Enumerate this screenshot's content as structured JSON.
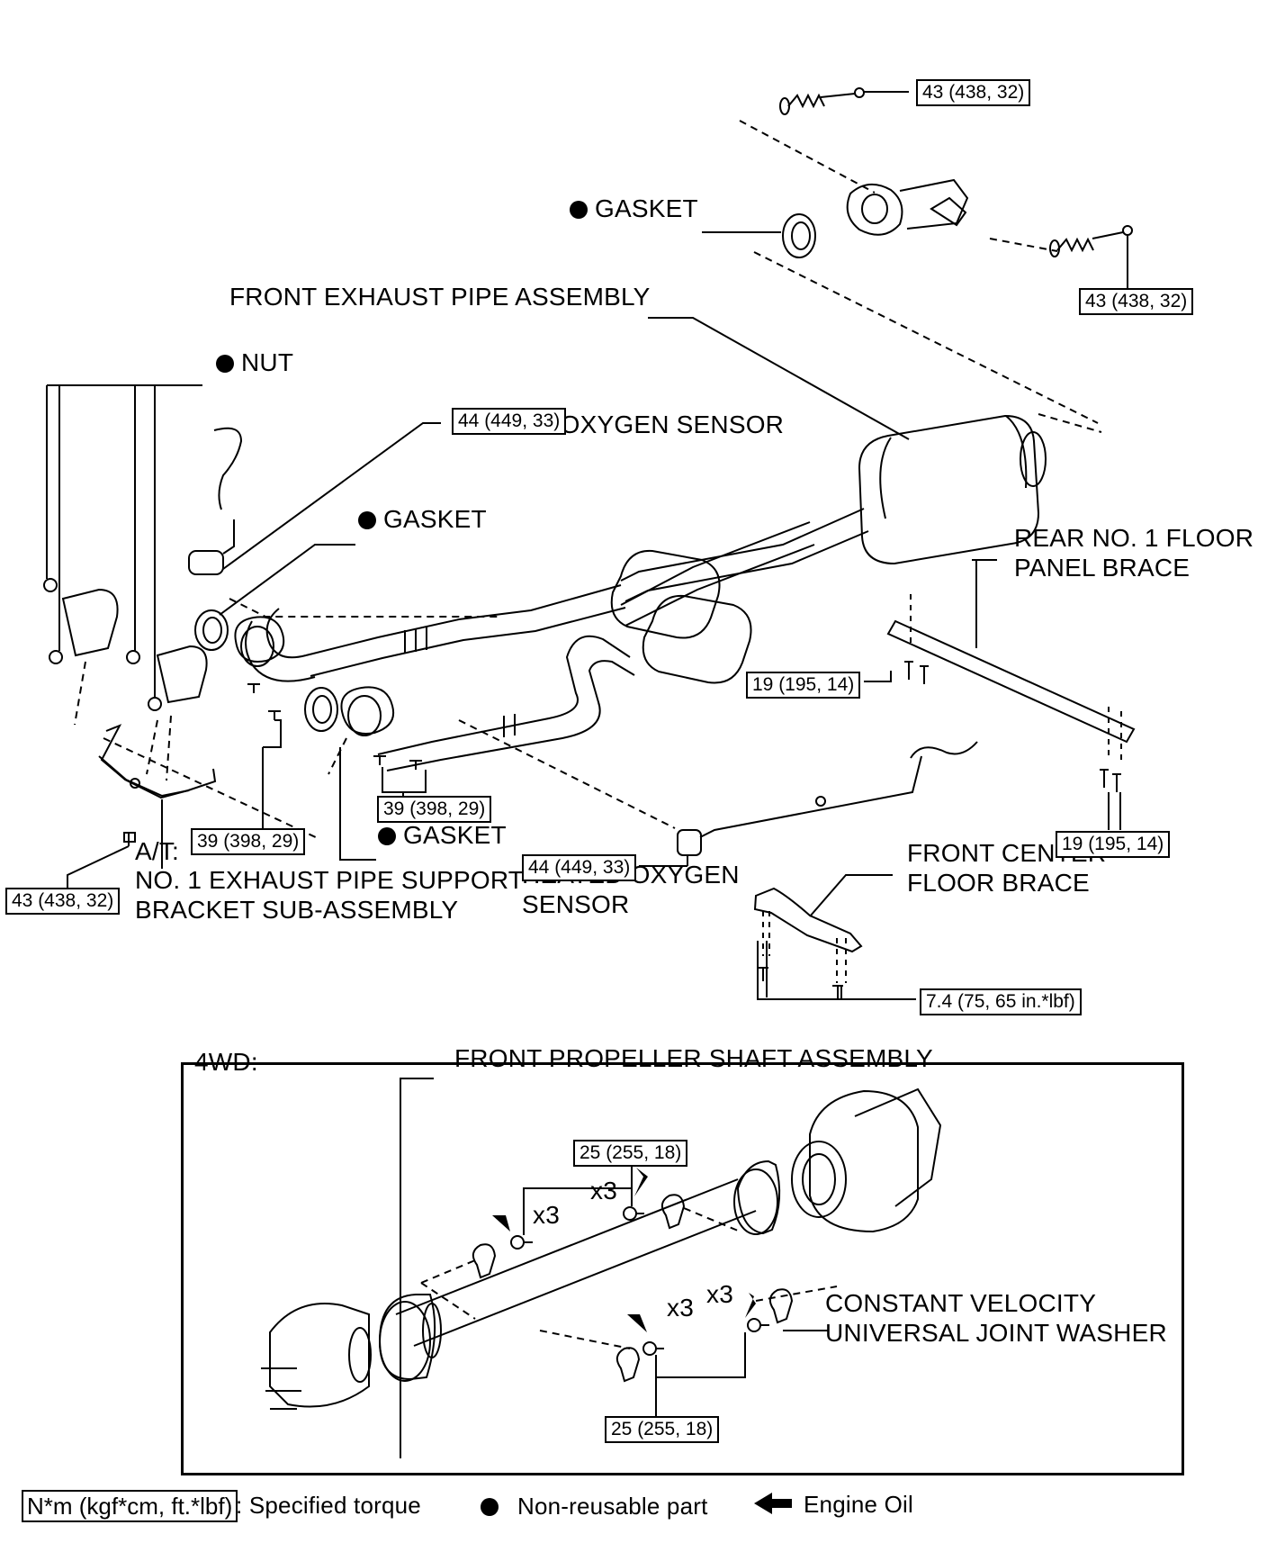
{
  "labels": {
    "gasket_top": "GASKET",
    "front_exhaust_pipe": "FRONT EXHAUST PIPE ASSEMBLY",
    "nut": "NUT",
    "heated_o2_top": "HEATED OXYGEN SENSOR",
    "gasket_mid": "GASKET",
    "rear_brace_1": "REAR NO. 1 FLOOR",
    "rear_brace_2": "PANEL BRACE",
    "gasket_low": "GASKET",
    "at": "A/T:",
    "bracket_1": "NO. 1 EXHAUST PIPE SUPPORT",
    "bracket_2": "BRACKET SUB-ASSEMBLY",
    "heated_o2_low_1": "HEATED OXYGEN",
    "heated_o2_low_2": "SENSOR",
    "front_brace_1": "FRONT CENTER",
    "front_brace_2": "FLOOR BRACE",
    "fourwd": "4WD:",
    "prop_shaft": "FRONT PROPELLER SHAFT ASSEMBLY",
    "cv_washer_1": "CONSTANT VELOCITY",
    "cv_washer_2": "UNIVERSAL JOINT WASHER",
    "x3_a": "x3",
    "x3_b": "x3",
    "x3_c": "x3",
    "x3_d": "x3"
  },
  "torques": {
    "top_right_1": "43 (438, 32)",
    "top_right_2": "43 (438, 32)",
    "o2_top": "44 (449, 33)",
    "brace_left": "19 (195, 14)",
    "flange_right": "39 (398, 29)",
    "flange_left": "39 (398, 29)",
    "bracket_bolt": "43 (438, 32)",
    "o2_low": "44 (449, 33)",
    "brace_right": "19 (195, 14)",
    "front_brace": "7.4 (75, 65 in.*lbf)",
    "prop_top": "25 (255, 18)",
    "prop_bottom": "25 (255, 18)"
  },
  "legend": {
    "torque_unit": "N*m (kgf*cm, ft.*lbf)",
    "torque_desc": ": Specified torque",
    "nonreusable": "Non-reusable part",
    "engine_oil": "Engine Oil"
  }
}
